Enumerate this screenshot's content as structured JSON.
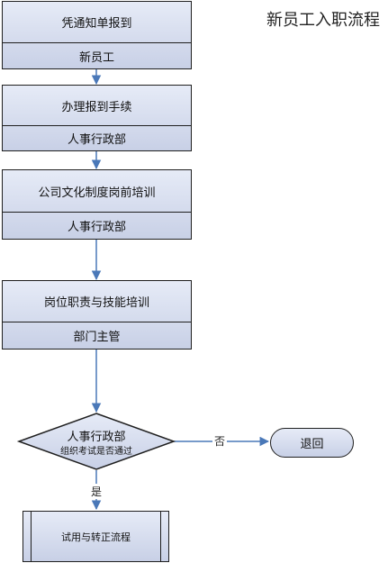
{
  "title": "新员工入职流程",
  "steps": [
    {
      "name": "凭通知单报到",
      "owner": "新员工"
    },
    {
      "name": "办理报到手续",
      "owner": "人事行政部"
    },
    {
      "name": "公司文化制度岗前培训",
      "owner": "人事行政部"
    },
    {
      "name": "岗位职责与技能培训",
      "owner": "部门主管"
    }
  ],
  "decision": {
    "owner": "人事行政部",
    "question": "组织考试是否通过"
  },
  "no_label": "否",
  "yes_label": "是",
  "reject": "退回",
  "next_process": "试用与转正流程",
  "colors": {
    "line": "#4a78b8",
    "box_top": "#e6ebf7",
    "box_bottom": "#c8d0e6",
    "border": "#1f1f1f"
  }
}
